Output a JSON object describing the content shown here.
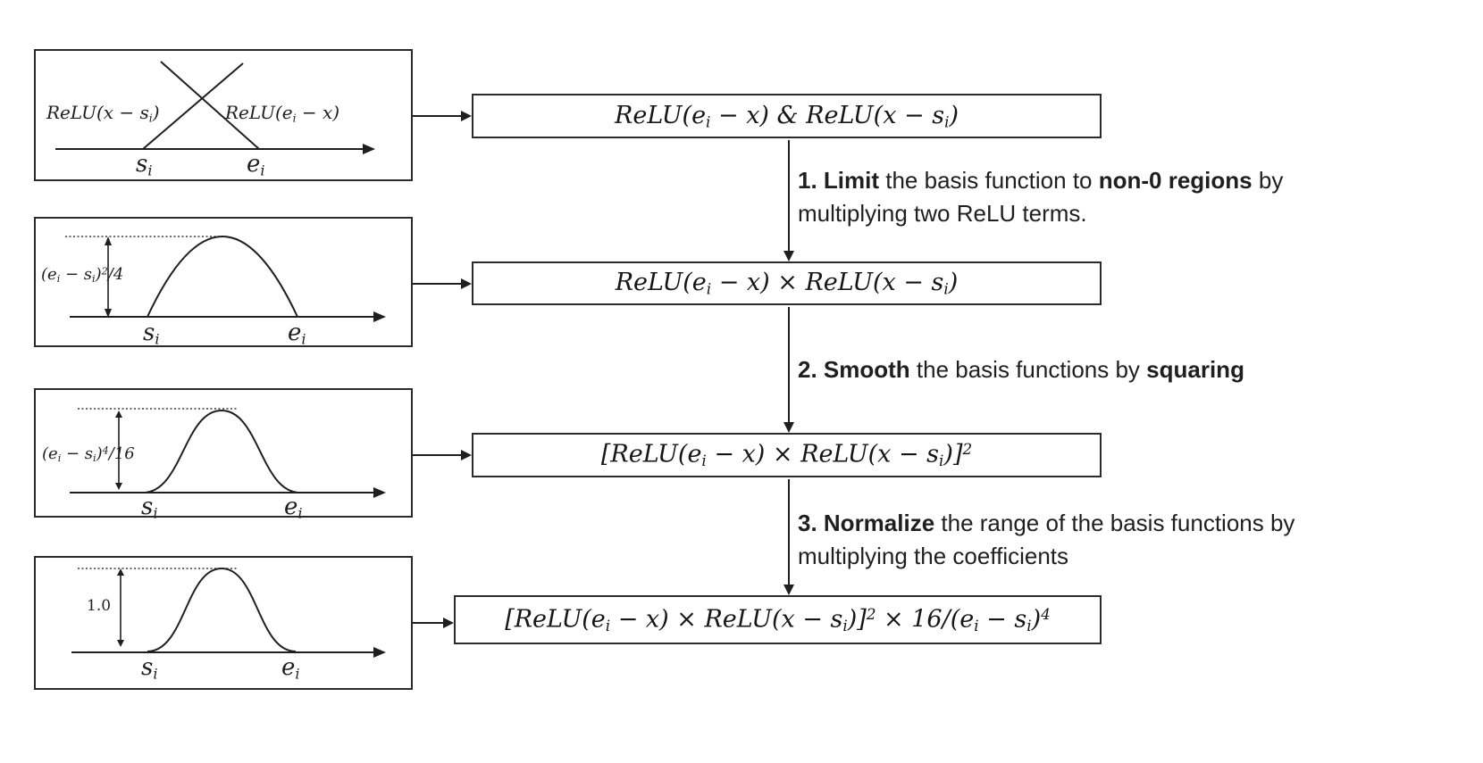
{
  "colors": {
    "ink": "#1f1f1f",
    "background": "#ffffff",
    "box_border": "#2b2b2b"
  },
  "plots": [
    {
      "id": "crossing-relus",
      "left_curve_label": [
        {
          "t": "ReLU(x − s"
        },
        {
          "t": "i",
          "s": "sub"
        },
        {
          "t": ")"
        }
      ],
      "right_curve_label": [
        {
          "t": "ReLU(e"
        },
        {
          "t": "i",
          "s": "sub"
        },
        {
          "t": " − x)"
        }
      ],
      "axis_start_label": [
        {
          "t": "s"
        },
        {
          "t": "i",
          "s": "sub"
        }
      ],
      "axis_end_label": [
        {
          "t": "e"
        },
        {
          "t": "i",
          "s": "sub"
        }
      ]
    },
    {
      "id": "relu-product",
      "peak_height_label": [
        {
          "t": "(e"
        },
        {
          "t": "i",
          "s": "sub"
        },
        {
          "t": " − s"
        },
        {
          "t": "i",
          "s": "sub"
        },
        {
          "t": ")"
        },
        {
          "t": "2",
          "s": "sup"
        },
        {
          "t": "/4"
        }
      ],
      "axis_start_label": [
        {
          "t": "s"
        },
        {
          "t": "i",
          "s": "sub"
        }
      ],
      "axis_end_label": [
        {
          "t": "e"
        },
        {
          "t": "i",
          "s": "sub"
        }
      ]
    },
    {
      "id": "relu-product-squared",
      "peak_height_label": [
        {
          "t": "(e"
        },
        {
          "t": "i",
          "s": "sub"
        },
        {
          "t": " − s"
        },
        {
          "t": "i",
          "s": "sub"
        },
        {
          "t": ")"
        },
        {
          "t": "4",
          "s": "sup"
        },
        {
          "t": "/16"
        }
      ],
      "axis_start_label": [
        {
          "t": "s"
        },
        {
          "t": "i",
          "s": "sub"
        }
      ],
      "axis_end_label": [
        {
          "t": "e"
        },
        {
          "t": "i",
          "s": "sub"
        }
      ]
    },
    {
      "id": "normalized-basis",
      "peak_height_label": [
        {
          "t": "1.0"
        }
      ],
      "axis_start_label": [
        {
          "t": "s"
        },
        {
          "t": "i",
          "s": "sub"
        }
      ],
      "axis_end_label": [
        {
          "t": "e"
        },
        {
          "t": "i",
          "s": "sub"
        }
      ]
    }
  ],
  "formulas": [
    {
      "id": "relu-pair",
      "segments": [
        {
          "t": "ReLU(e"
        },
        {
          "t": "i",
          "s": "sub"
        },
        {
          "t": " − x) & ReLU(x − s"
        },
        {
          "t": "i",
          "s": "sub"
        },
        {
          "t": ")"
        }
      ]
    },
    {
      "id": "relu-product",
      "segments": [
        {
          "t": "ReLU(e"
        },
        {
          "t": "i",
          "s": "sub"
        },
        {
          "t": " − x) × ReLU(x − s"
        },
        {
          "t": "i",
          "s": "sub"
        },
        {
          "t": ")"
        }
      ]
    },
    {
      "id": "relu-product-squared",
      "segments": [
        {
          "t": "[ReLU(e"
        },
        {
          "t": "i",
          "s": "sub"
        },
        {
          "t": " − x) × ReLU(x − s"
        },
        {
          "t": "i",
          "s": "sub"
        },
        {
          "t": ")]"
        },
        {
          "t": "2",
          "s": "sup"
        }
      ]
    },
    {
      "id": "normalized-basis",
      "segments": [
        {
          "t": "[ReLU(e"
        },
        {
          "t": "i",
          "s": "sub"
        },
        {
          "t": " − x) × ReLU(x − s"
        },
        {
          "t": "i",
          "s": "sub"
        },
        {
          "t": ")]"
        },
        {
          "t": "2",
          "s": "sup"
        },
        {
          "t": " × 16/(e"
        },
        {
          "t": "i",
          "s": "sub"
        },
        {
          "t": " − s"
        },
        {
          "t": "i",
          "s": "sub"
        },
        {
          "t": ")"
        },
        {
          "t": "4",
          "s": "sup"
        }
      ]
    }
  ],
  "steps": [
    {
      "id": "step-1",
      "lines": [
        [
          {
            "t": "1. Limit",
            "b": true
          },
          {
            "t": " the basis function to "
          },
          {
            "t": "non-0 regions",
            "b": true
          },
          {
            "t": " by"
          }
        ],
        [
          {
            "t": "multiplying two ReLU terms."
          }
        ]
      ]
    },
    {
      "id": "step-2",
      "lines": [
        [
          {
            "t": "2. Smooth",
            "b": true
          },
          {
            "t": " the basis functions by "
          },
          {
            "t": "squaring",
            "b": true
          }
        ]
      ]
    },
    {
      "id": "step-3",
      "lines": [
        [
          {
            "t": "3. Normalize",
            "b": true
          },
          {
            "t": " the range of the basis functions by"
          }
        ],
        [
          {
            "t": "multiplying the coefficients"
          }
        ]
      ]
    }
  ]
}
